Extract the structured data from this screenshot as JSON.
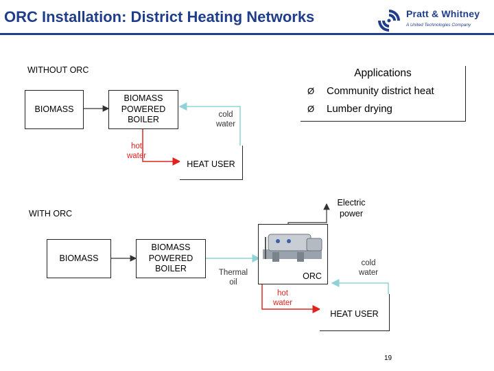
{
  "header": {
    "title": "ORC Installation: District Heating Networks",
    "logo_name": "Pratt & Whitney",
    "logo_tagline": "A United Technologies Company"
  },
  "without_orc": {
    "section_label": "WITHOUT ORC",
    "biomass": "BIOMASS",
    "boiler": "BIOMASS\nPOWERED\nBOILER",
    "hot_water": "hot\nwater",
    "cold_water": "cold\nwater",
    "heat_user": "HEAT USER"
  },
  "applications": {
    "title": "Applications",
    "items": [
      "Community district heat",
      "Lumber drying"
    ],
    "bullet": "Ø"
  },
  "with_orc": {
    "section_label": "WITH ORC",
    "biomass": "BIOMASS",
    "boiler": "BIOMASS\nPOWERED\nBOILER",
    "thermal_oil": "Thermal\noil",
    "orc": "ORC",
    "electric_power": "Electric\npower",
    "cold_water": "cold\nwater",
    "hot_water": "hot\nwater",
    "heat_user": "HEAT USER"
  },
  "footer": {
    "page_number": "19"
  },
  "colors": {
    "title_blue": "#1f3d8a",
    "hot_line": "#e0231f",
    "cold_line": "#8fd3d6",
    "dark_line": "#333333"
  }
}
